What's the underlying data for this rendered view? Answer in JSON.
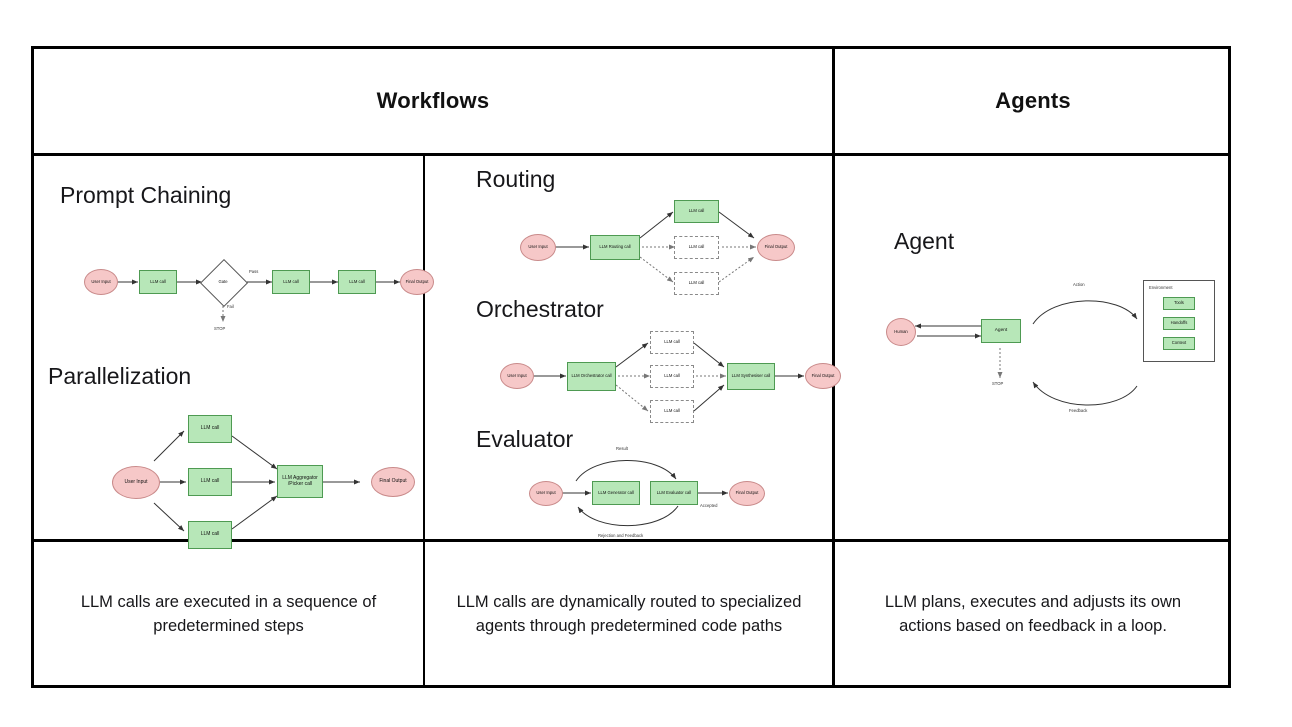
{
  "header": {
    "workflows": "Workflows",
    "agents": "Agents"
  },
  "sections": {
    "prompt_chaining": "Prompt Chaining",
    "parallelization": "Parallelization",
    "routing": "Routing",
    "orchestrator": "Orchestrator",
    "evaluator": "Evaluator",
    "agent": "Agent"
  },
  "captions": {
    "workflows_sequential": "LLM calls are executed in a sequence of predetermined steps",
    "workflows_routed": "LLM calls are dynamically routed to specialized agents through predetermined code paths",
    "agents": "LLM plans, executes and adjusts its own actions based on feedback in a loop."
  },
  "prompt_chaining": {
    "user_input": "User Input",
    "llm_call_1": "LLM call",
    "gate": "Gate",
    "pass_label": "Pass",
    "fail_label": "Fail",
    "stop": "STOP",
    "llm_call_2": "LLM call",
    "llm_call_3": "LLM call",
    "final_output": "Final Output"
  },
  "parallelization": {
    "user_input": "User Input",
    "llm_call_1": "LLM call",
    "llm_call_2": "LLM call",
    "llm_call_3": "LLM call",
    "aggregator": "LLM Aggregator /Picker call",
    "final_output": "Final Output"
  },
  "routing": {
    "user_input": "User Input",
    "router": "LLM Routing call",
    "llm_call_1": "LLM call",
    "llm_call_2": "LLM call",
    "llm_call_3": "LLM call",
    "final_output": "Final Output"
  },
  "orchestrator": {
    "user_input": "User Input",
    "orchestrator": "LLM Orchestrator call",
    "llm_call_1": "LLM call",
    "llm_call_2": "LLM call",
    "llm_call_3": "LLM call",
    "synthesiser": "LLM Synthesiser call",
    "final_output": "Final Output"
  },
  "evaluator": {
    "user_input": "User Input",
    "generator": "LLM Generator call",
    "evaluator": "LLM Evaluator call",
    "final_output": "Final Output",
    "result_label": "Result",
    "accepted_label": "Accepted",
    "rejection_label": "Rejection and Feedback"
  },
  "agent": {
    "human": "Human",
    "agent": "Agent",
    "action_label": "Action",
    "feedback_label": "Feedback",
    "stop": "STOP",
    "environment": "Environment",
    "tools": "Tools",
    "handoffs": "Handoffs",
    "context": "Context"
  },
  "colors": {
    "llm_box_fill": "#b7e7b8",
    "llm_box_border": "#4e9a52",
    "io_ellipse_fill": "#f6c8c8",
    "io_ellipse_border": "#c98a8a",
    "grid_border": "#000000",
    "connector": "#333333"
  }
}
